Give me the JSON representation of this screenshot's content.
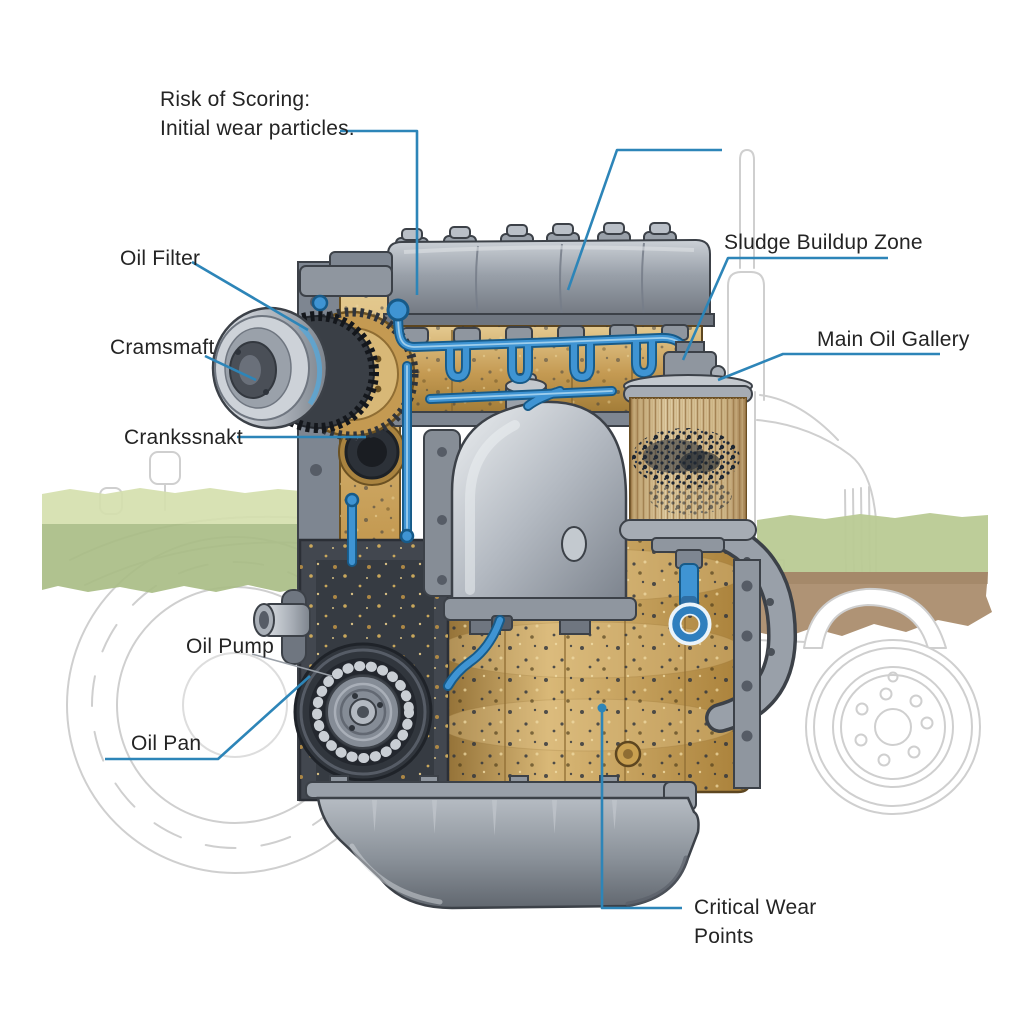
{
  "figure": {
    "type": "cutaway-technical-diagram",
    "subject": "Tractor engine lubrication system wear points"
  },
  "labels": {
    "risk_of_scoring": {
      "line1": "Risk of Scoring:",
      "line2": "Initial wear particles."
    },
    "oil_filter": "Oil Filter",
    "cramsmaft": "Cramsmaft",
    "crankssnakt": "Crankssnakt",
    "oil_pump": "Oil Pump",
    "oil_pan": "Oil Pan",
    "sludge_buildup_zone": "Sludge Buildup Zone",
    "main_oil_gallery": "Main Oil Gallery",
    "critical_wear_points": {
      "line1": "Critical Wear",
      "line2": "Points"
    }
  },
  "colors": {
    "leader_blue": "#2d85b8",
    "oil_line_blue": "#3f94d3",
    "brass_gold": "#c49a52",
    "filter_tan": "#d8c29a",
    "sludge_dark": "#1e2631",
    "metal_gray": "#9aa1aa",
    "pan_gray": "#8f959d",
    "grass_light": "#d4dfac",
    "grass_dark": "#a9bd86",
    "soil_brown": "#af9375",
    "sketch_gray": "#cfcfcf",
    "label_text": "#242424"
  }
}
